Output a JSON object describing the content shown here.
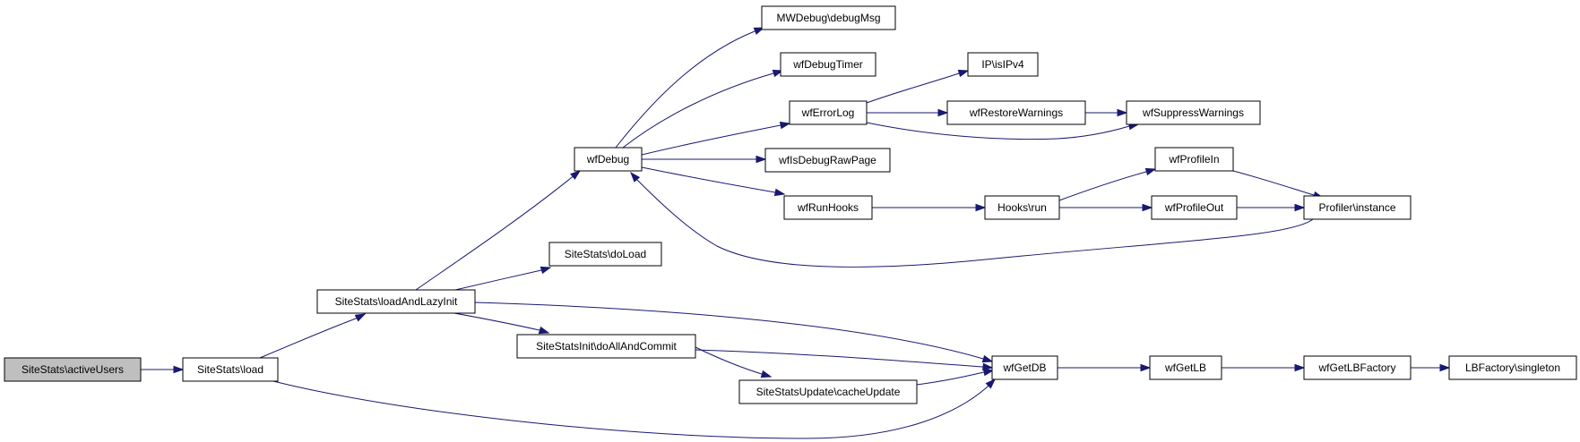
{
  "diagram": {
    "type": "call-graph",
    "colors": {
      "edge": "#191970",
      "root_fill": "#bfbfbf",
      "node_fill": "#ffffff",
      "node_border": "#000000"
    },
    "nodes": [
      {
        "id": "activeUsers",
        "label": "SiteStats\\activeUsers",
        "root": true
      },
      {
        "id": "load",
        "label": "SiteStats\\load"
      },
      {
        "id": "loadAndLazyInit",
        "label": "SiteStats\\loadAndLazyInit"
      },
      {
        "id": "wfDebug",
        "label": "wfDebug"
      },
      {
        "id": "doLoad",
        "label": "SiteStats\\doLoad"
      },
      {
        "id": "doAllAndCommit",
        "label": "SiteStatsInit\\doAllAndCommit"
      },
      {
        "id": "cacheUpdate",
        "label": "SiteStatsUpdate\\cacheUpdate"
      },
      {
        "id": "debugMsg",
        "label": "MWDebug\\debugMsg"
      },
      {
        "id": "wfDebugTimer",
        "label": "wfDebugTimer"
      },
      {
        "id": "wfErrorLog",
        "label": "wfErrorLog"
      },
      {
        "id": "wfIsDebugRawPage",
        "label": "wfIsDebugRawPage"
      },
      {
        "id": "wfRunHooks",
        "label": "wfRunHooks"
      },
      {
        "id": "isIPv4",
        "label": "IP\\isIPv4"
      },
      {
        "id": "wfRestoreWarnings",
        "label": "wfRestoreWarnings"
      },
      {
        "id": "wfSuppressWarnings",
        "label": "wfSuppressWarnings"
      },
      {
        "id": "hooksRun",
        "label": "Hooks\\run"
      },
      {
        "id": "wfProfileIn",
        "label": "wfProfileIn"
      },
      {
        "id": "wfProfileOut",
        "label": "wfProfileOut"
      },
      {
        "id": "profilerInstance",
        "label": "Profiler\\instance"
      },
      {
        "id": "wfGetDB",
        "label": "wfGetDB"
      },
      {
        "id": "wfGetLB",
        "label": "wfGetLB"
      },
      {
        "id": "wfGetLBFactory",
        "label": "wfGetLBFactory"
      },
      {
        "id": "lbSingleton",
        "label": "LBFactory\\singleton"
      }
    ],
    "edges": [
      {
        "from": "activeUsers",
        "to": "load"
      },
      {
        "from": "load",
        "to": "loadAndLazyInit"
      },
      {
        "from": "load",
        "to": "wfGetDB"
      },
      {
        "from": "loadAndLazyInit",
        "to": "wfDebug"
      },
      {
        "from": "loadAndLazyInit",
        "to": "doLoad"
      },
      {
        "from": "loadAndLazyInit",
        "to": "doAllAndCommit"
      },
      {
        "from": "loadAndLazyInit",
        "to": "wfGetDB"
      },
      {
        "from": "wfDebug",
        "to": "debugMsg"
      },
      {
        "from": "wfDebug",
        "to": "wfDebugTimer"
      },
      {
        "from": "wfDebug",
        "to": "wfErrorLog"
      },
      {
        "from": "wfDebug",
        "to": "wfIsDebugRawPage"
      },
      {
        "from": "wfDebug",
        "to": "wfRunHooks"
      },
      {
        "from": "wfErrorLog",
        "to": "isIPv4"
      },
      {
        "from": "wfErrorLog",
        "to": "wfRestoreWarnings"
      },
      {
        "from": "wfErrorLog",
        "to": "wfSuppressWarnings"
      },
      {
        "from": "wfRestoreWarnings",
        "to": "wfSuppressWarnings"
      },
      {
        "from": "wfRunHooks",
        "to": "hooksRun"
      },
      {
        "from": "hooksRun",
        "to": "wfProfileIn"
      },
      {
        "from": "hooksRun",
        "to": "wfProfileOut"
      },
      {
        "from": "wfProfileIn",
        "to": "profilerInstance"
      },
      {
        "from": "wfProfileOut",
        "to": "profilerInstance"
      },
      {
        "from": "profilerInstance",
        "to": "wfDebug"
      },
      {
        "from": "doAllAndCommit",
        "to": "cacheUpdate"
      },
      {
        "from": "doAllAndCommit",
        "to": "wfGetDB"
      },
      {
        "from": "cacheUpdate",
        "to": "wfGetDB"
      },
      {
        "from": "wfGetDB",
        "to": "wfGetLB"
      },
      {
        "from": "wfGetLB",
        "to": "wfGetLBFactory"
      },
      {
        "from": "wfGetLBFactory",
        "to": "lbSingleton"
      }
    ]
  }
}
